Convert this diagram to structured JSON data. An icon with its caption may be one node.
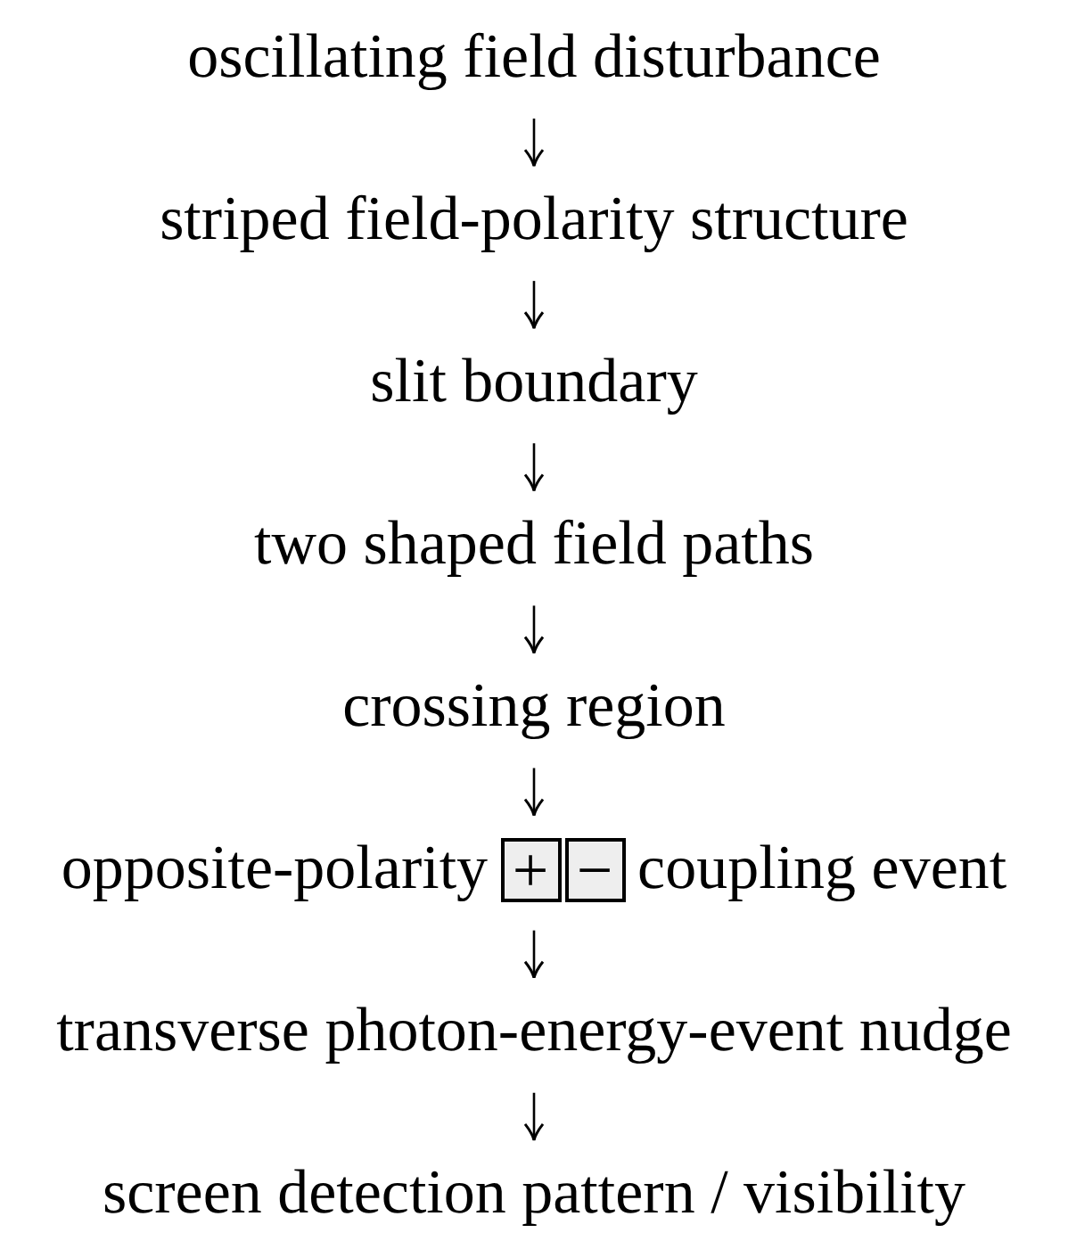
{
  "diagram": {
    "nodes": [
      {
        "text": [
          "oscillating field disturbance"
        ]
      },
      {
        "text": [
          "striped field-polarity structure"
        ]
      },
      {
        "text": [
          "slit boundary"
        ]
      },
      {
        "text": [
          "two shaped field paths"
        ]
      },
      {
        "text": [
          "crossing region"
        ]
      },
      {
        "text": [
          "opposite-polarity",
          "coupling event"
        ]
      },
      {
        "text": [
          "+"
        ],
        "in": 5
      },
      {
        "text": [
          "−"
        ],
        "in": 5
      },
      {
        "text": [
          "transverse photon-energy-event nudge"
        ]
      },
      {
        "text": [
          "screen detection pattern / visibility"
        ]
      }
    ],
    "edges": [
      {
        "from": 0,
        "to": 1,
        "arrow": "to"
      },
      {
        "from": 1,
        "to": 2,
        "arrow": "to"
      },
      {
        "from": 2,
        "to": 3,
        "arrow": "to"
      },
      {
        "from": 3,
        "to": 4,
        "arrow": "to"
      },
      {
        "from": 4,
        "to": 5,
        "arrow": "to"
      },
      {
        "from": 5,
        "to": 8,
        "arrow": "to"
      },
      {
        "from": 8,
        "to": 9,
        "arrow": "to"
      }
    ]
  }
}
